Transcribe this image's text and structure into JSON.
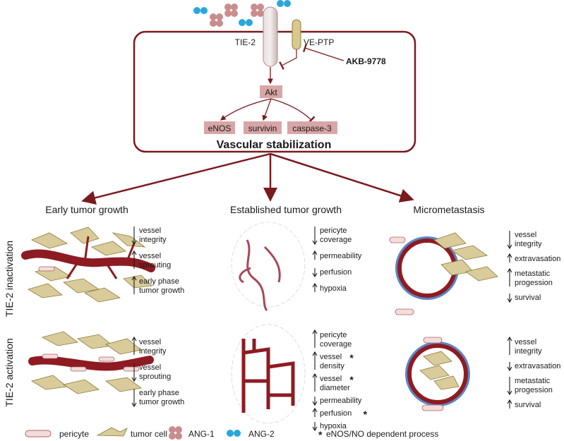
{
  "receptors": {
    "tie2": "TIE-2",
    "veptp": "VE-PTP",
    "drug": "AKB-9778"
  },
  "pathway": {
    "akt": "Akt",
    "enos": "eNOS",
    "survivin": "survivin",
    "caspase": "caspase-3",
    "outcome": "Vascular stabilization"
  },
  "columns": [
    "Early tumor growth",
    "Established tumor growth",
    "Micrometastasis"
  ],
  "rows": [
    "TIE-2 inactivation",
    "TIE-2 activation"
  ],
  "inactivation": {
    "early": [
      {
        "dir": "down",
        "lines": [
          "vessel",
          "integrity"
        ]
      },
      {
        "dir": "up",
        "lines": [
          "vessel",
          "sprouting"
        ]
      },
      {
        "dir": "up",
        "lines": [
          "early phase",
          "tumor growth"
        ]
      }
    ],
    "established": [
      {
        "dir": "down",
        "lines": [
          "pericyte",
          "coverage"
        ]
      },
      {
        "dir": "up",
        "lines": [
          "permeability"
        ]
      },
      {
        "dir": "down",
        "lines": [
          "perfusion"
        ]
      },
      {
        "dir": "up",
        "lines": [
          "hypoxia"
        ]
      }
    ],
    "micro": [
      {
        "dir": "down",
        "lines": [
          "vessel",
          "integrity"
        ]
      },
      {
        "dir": "up",
        "lines": [
          "extravasation"
        ]
      },
      {
        "dir": "up",
        "lines": [
          "metastatic",
          "progession"
        ]
      },
      {
        "dir": "down",
        "lines": [
          "survival"
        ]
      }
    ]
  },
  "activation": {
    "early": [
      {
        "dir": "up",
        "lines": [
          "vessel",
          "integrity"
        ]
      },
      {
        "dir": "down",
        "lines": [
          "vessel",
          "sprouting"
        ]
      },
      {
        "dir": "down",
        "lines": [
          "early phase",
          "tumor growth"
        ]
      }
    ],
    "established": [
      {
        "dir": "up",
        "lines": [
          "pericyte",
          "coverage"
        ]
      },
      {
        "dir": "up",
        "lines": [
          "vessel",
          "density"
        ],
        "star": true
      },
      {
        "dir": "up",
        "lines": [
          "vessel",
          "diameter"
        ],
        "star": true
      },
      {
        "dir": "down",
        "lines": [
          "permeability"
        ]
      },
      {
        "dir": "up",
        "lines": [
          "perfusion"
        ],
        "star": true
      },
      {
        "dir": "down",
        "lines": [
          "hypoxia"
        ]
      }
    ],
    "micro": [
      {
        "dir": "up",
        "lines": [
          "vessel",
          "integrity"
        ]
      },
      {
        "dir": "down",
        "lines": [
          "extravasation"
        ]
      },
      {
        "dir": "down",
        "lines": [
          "metastatic",
          "progession"
        ]
      },
      {
        "dir": "up",
        "lines": [
          "survival"
        ]
      }
    ]
  },
  "legend": {
    "pericyte": "pericyte",
    "tumor": "tumor cell",
    "ang1": "ANG-1",
    "ang2": "ANG-2",
    "footnote": "eNOS/NO dependent process",
    "star": "*"
  },
  "colors": {
    "dark_red": "#7a1a1e",
    "vessel": "#8e1b22",
    "pink_box": "#d8a6a6",
    "tumor_cell": "#d9cc9a",
    "ang2": "#2aa6dd",
    "ang1": "#c98d8d",
    "capillary_blue": "#5b86c6"
  }
}
